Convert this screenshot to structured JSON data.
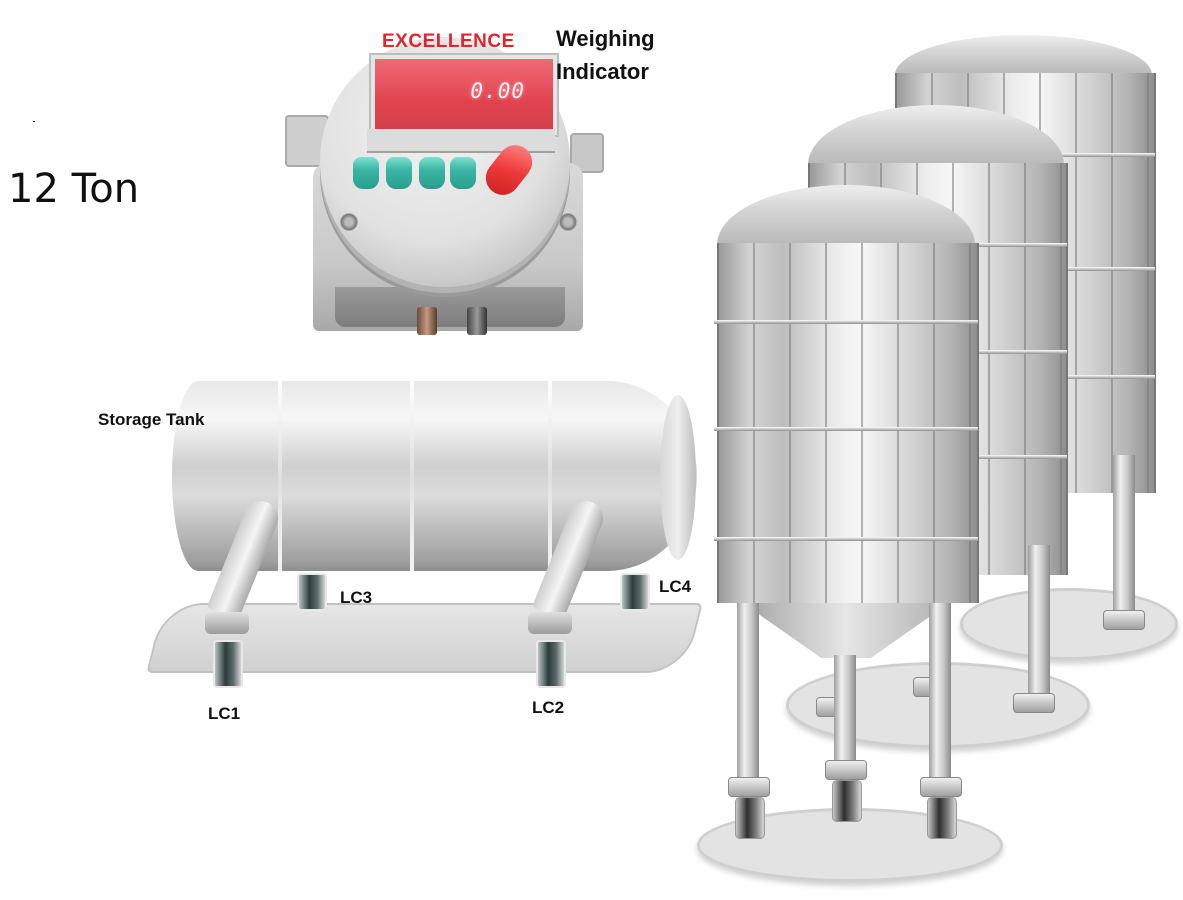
{
  "capacity_label": "12 Ton",
  "indicator": {
    "title_line1": "Weighing",
    "title_line2": "Indicator",
    "brand": "EXCELLENCE",
    "display_value": "0.00",
    "keys": [
      "key-1",
      "key-2",
      "key-3",
      "key-4"
    ],
    "colors": {
      "brand_text": "#e0252f",
      "display": "#e0434f",
      "keys": "#3bb6a4",
      "knob": "#ee3a3a"
    }
  },
  "storage_tank": {
    "label": "Storage Tank",
    "load_cells": [
      "LC1",
      "LC2",
      "LC3",
      "LC4"
    ]
  },
  "silos": {
    "count": 3
  }
}
